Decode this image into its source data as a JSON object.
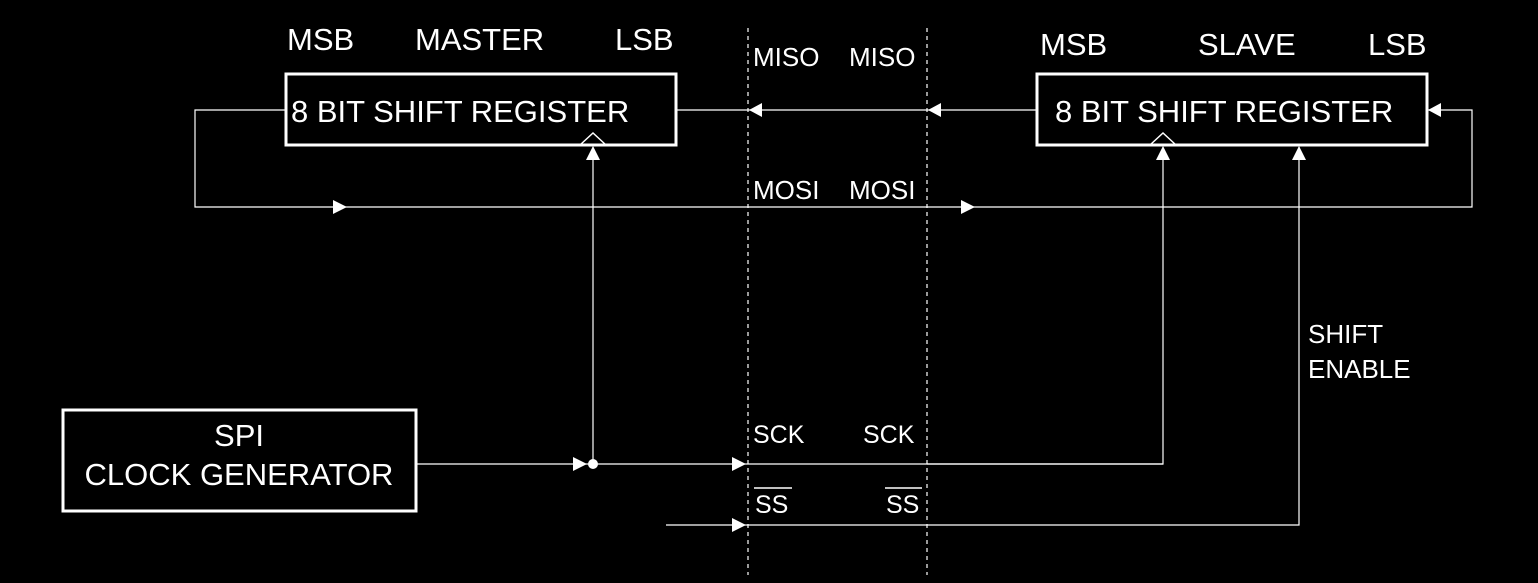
{
  "colors": {
    "background": "#000000",
    "foreground": "#ffffff"
  },
  "master": {
    "msb": "MSB",
    "title": "MASTER",
    "lsb": "LSB",
    "register": "8 BIT SHIFT REGISTER"
  },
  "slave": {
    "msb": "MSB",
    "title": "SLAVE",
    "lsb": "LSB",
    "register": "8 BIT SHIFT REGISTER"
  },
  "clock_generator": {
    "line1": "SPI",
    "line2": "CLOCK GENERATOR"
  },
  "signals": {
    "miso_master": "MISO",
    "miso_slave": "MISO",
    "mosi_master": "MOSI",
    "mosi_slave": "MOSI",
    "sck_master": "SCK",
    "sck_slave": "SCK",
    "ss_master": "SS",
    "ss_slave": "SS"
  },
  "shift_enable": {
    "line1": "SHIFT",
    "line2": "ENABLE"
  }
}
